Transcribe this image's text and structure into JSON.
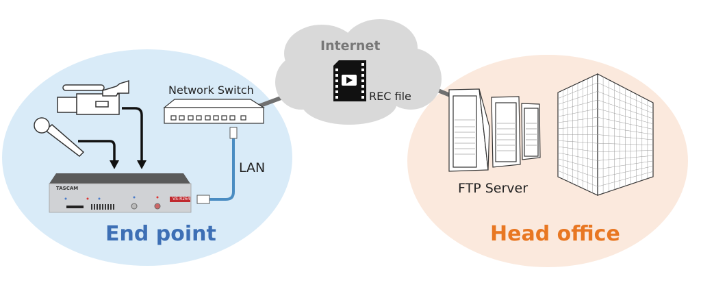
{
  "diagram": {
    "end_point": {
      "title": "End point",
      "color": "#3d6fb5",
      "bg": "#d9ebf8"
    },
    "head_office": {
      "title": "Head office",
      "color": "#e87722",
      "bg": "#fbe9dd"
    },
    "internet": {
      "title": "Internet",
      "file_label": "REC file",
      "cloud_color": "#d9d9d9",
      "text_color": "#777777"
    },
    "network_switch": {
      "label": "Network Switch"
    },
    "lan": {
      "label": "LAN",
      "cable_color": "#4a8cc2"
    },
    "ftp_server": {
      "label": "FTP Server"
    },
    "device": {
      "brand": "TASCAM",
      "model": "VS-R264"
    },
    "icons": [
      "video-camera-icon",
      "microphone-icon",
      "recorder-device-icon",
      "network-switch-icon",
      "cloud-icon",
      "video-file-icon",
      "server-rack-icon",
      "office-building-icon"
    ]
  }
}
